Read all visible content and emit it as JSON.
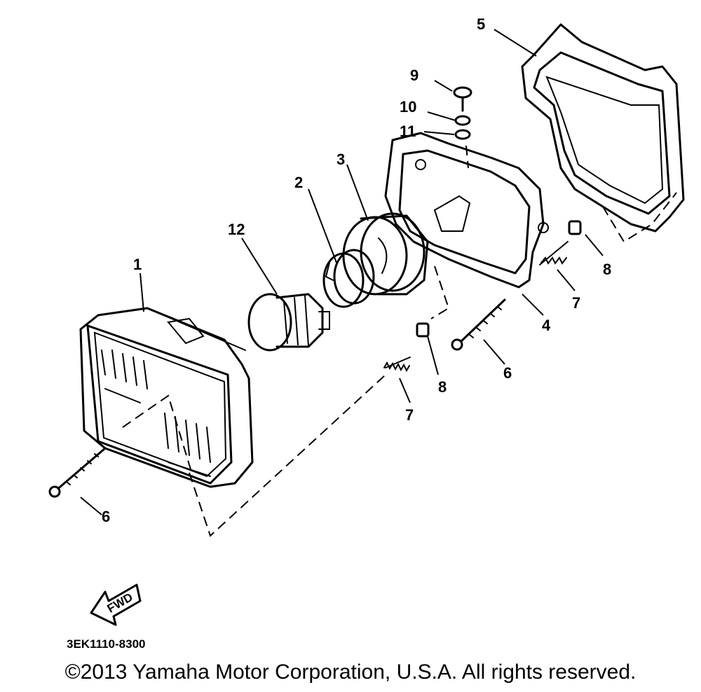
{
  "callouts": {
    "p1": "1",
    "p2": "2",
    "p3": "3",
    "p4": "4",
    "p5": "5",
    "p6a": "6",
    "p6b": "6",
    "p7a": "7",
    "p7b": "7",
    "p8a": "8",
    "p8b": "8",
    "p9": "9",
    "p10": "10",
    "p11": "11",
    "p12": "12"
  },
  "fwd_label": "FWD",
  "diagram_code": "3EK1110-8300",
  "copyright": "©2013 Yamaha Motor Corporation, U.S.A. All rights reserved."
}
